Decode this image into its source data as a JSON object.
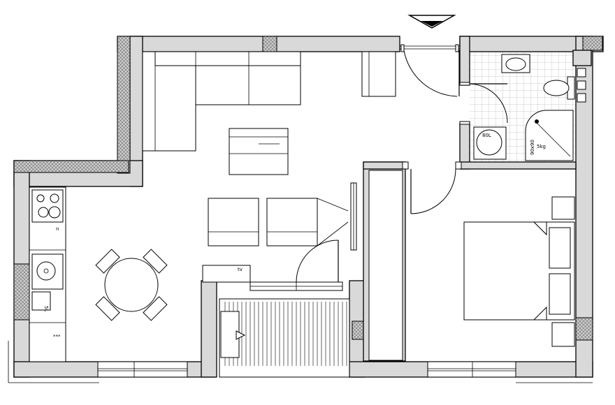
{
  "labels": {
    "water_heater": "80L",
    "washer": "5kg",
    "shower": "90x90",
    "stove_mark": "n",
    "cabinet_mark": "***",
    "tv_mark": "tv"
  },
  "colors": {
    "wall_fill": "#d9d9d9",
    "hatch_fill": "#b8b8b8",
    "line": "#000000",
    "background": "#ffffff"
  },
  "icons": {
    "entrance": "entrance-arrow-icon"
  }
}
